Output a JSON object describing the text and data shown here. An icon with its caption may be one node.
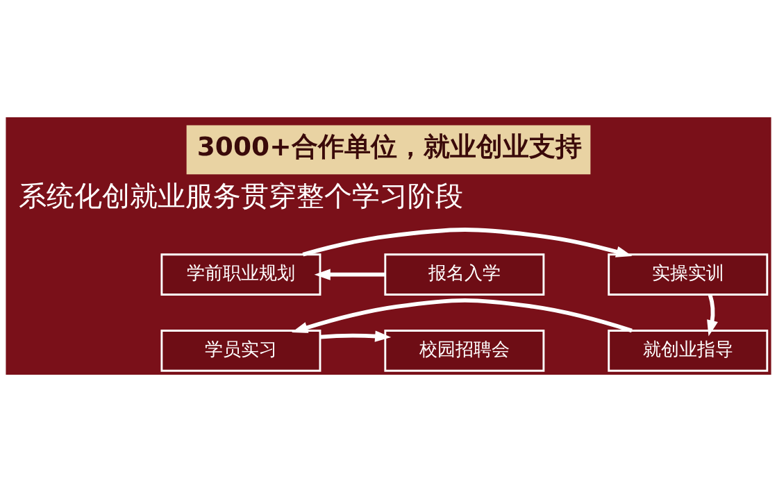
{
  "diagram": {
    "title": "3000+合作单位，就业创业支持",
    "nodes": [
      {
        "text": [
          "报名入学"
        ]
      },
      {
        "text": [
          "学前职业规划"
        ]
      },
      {
        "text": [
          "实操实训"
        ]
      },
      {
        "text": [
          "校园招聘会"
        ]
      },
      {
        "text": [
          "学员实习"
        ]
      },
      {
        "text": [
          "就创业指导"
        ]
      }
    ],
    "edges": [
      {
        "from": 0,
        "to": 1,
        "arrow": "to"
      },
      {
        "from": 1,
        "to": 2,
        "arrow": "to"
      },
      {
        "from": 2,
        "to": 5,
        "arrow": "to"
      },
      {
        "from": 5,
        "to": 4,
        "arrow": "to"
      },
      {
        "from": 4,
        "to": 3,
        "arrow": "to"
      }
    ],
    "labels": [
      "系统化创就业服务贯穿整个学习阶段"
    ]
  }
}
